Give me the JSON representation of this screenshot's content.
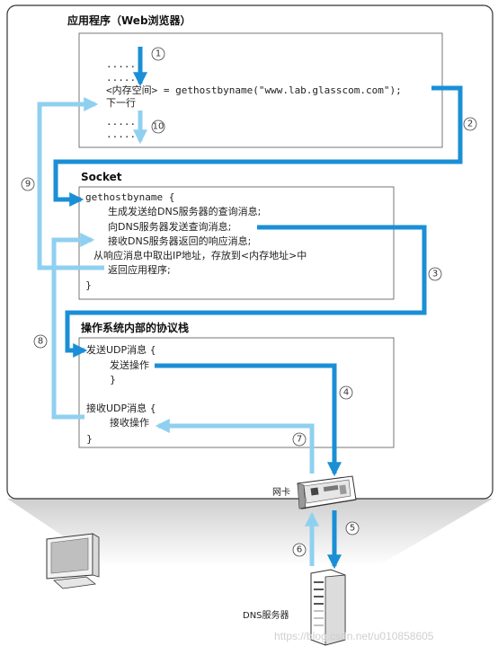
{
  "app": {
    "title": "应用程序（Web浏览器）",
    "lines": [
      ".....",
      ".....",
      "<内存空间> = gethostbyname(\"www.lab.glasscom.com\");",
      "下一行",
      ".....",
      "....."
    ]
  },
  "socket": {
    "title": "Socket",
    "func": "gethostbyname  {",
    "lines": [
      "生成发送给DNS服务器的查询消息;",
      "向DNS服务器发送查询消息;",
      "接收DNS服务器返回的响应消息;",
      "从响应消息中取出IP地址，存放到<内存地址>中",
      "返回应用程序;",
      "}"
    ]
  },
  "os": {
    "title": "操作系统内部的协议栈",
    "send_udp": "发送UDP消息  {",
    "send_op": "发送操作",
    "send_close": "}",
    "recv_udp": "接收UDP消息  {",
    "recv_op": "接收操作",
    "recv_close": "}"
  },
  "nic_label": "网卡",
  "dns_label": "DNS服务器",
  "steps": [
    "1",
    "2",
    "3",
    "4",
    "5",
    "6",
    "7",
    "8",
    "9",
    "10"
  ],
  "watermark": "https://blog.csdn.net/u010858605",
  "colors": {
    "dark_arrow": "#1a8fd6",
    "light_arrow": "#8fd0f0",
    "frame": "#333333",
    "floor": "#d9d9d9"
  }
}
